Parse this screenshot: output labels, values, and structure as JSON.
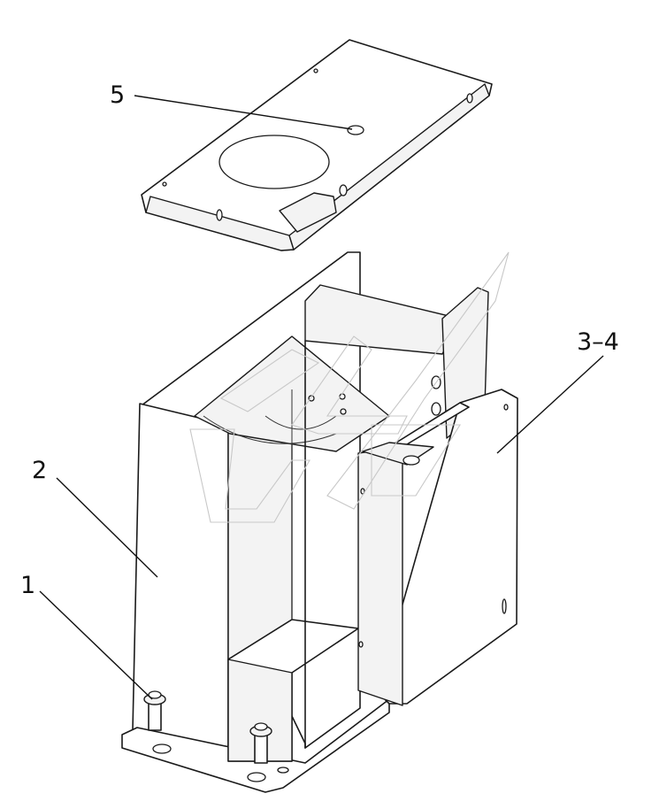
{
  "callouts": {
    "c5": "5",
    "c34": "3–4",
    "c2": "2",
    "c1": "1"
  }
}
